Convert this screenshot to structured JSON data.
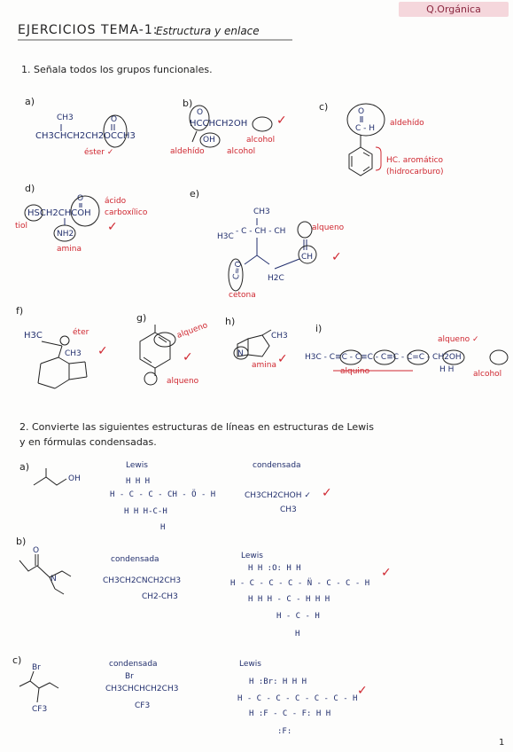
{
  "tag": "Q.Orgánica",
  "title_main": "EJERCICIOS TEMA-1:",
  "title_sub": "Estructura y enlace",
  "page_number": "1",
  "q1": {
    "heading": "1. Señala todos los grupos funcionales.",
    "a": {
      "label": "a)",
      "ch3": "CH3",
      "formula": "CH3CHCH2CH2OCCH3",
      "o": "O",
      "group": "éster ✓"
    },
    "b": {
      "label": "b)",
      "o": "O",
      "formula": "HCCHCH2OH",
      "oh": "OH",
      "check": "✓",
      "aldehido": "aldehído",
      "alcohol1": "alcohol",
      "alcohol2": "alcohol"
    },
    "c": {
      "label": "c)",
      "o": "O",
      "ch": "C - H",
      "aldehido": "aldehído",
      "hc1": "HC. aromático",
      "hc2": "(hidrocarburo)"
    },
    "d": {
      "label": "d)",
      "o": "O",
      "formula": "HSCH2CHCOH",
      "nh2": "NH2",
      "acido1": "ácido",
      "acido2": "carboxílico",
      "tiol": "tiol",
      "amina": "amina",
      "check": "✓"
    },
    "e": {
      "label": "e)",
      "ch3": "CH3",
      "h3c": "H3C",
      "row": "- C - CH - CH",
      "ch": "CH",
      "h2c": "H2C",
      "cO": "C=O",
      "alqueno": "alqueno",
      "cetona": "cetona",
      "check": "✓"
    },
    "f": {
      "label": "f)",
      "h3c": "H3C",
      "ch3": "CH3",
      "eter": "éter",
      "check": "✓"
    },
    "g": {
      "label": "g)",
      "alqueno1": "alqueno",
      "alqueno2": "alqueno",
      "check": "✓"
    },
    "h": {
      "label": "h)",
      "ch3": "CH3",
      "n": "N",
      "amina": "amina",
      "check": "✓"
    },
    "i": {
      "label": "i)",
      "formula": "H3C - C≡C - C≡C - C≡C - C=C - CH2OH",
      "hh": "H  H",
      "alquino": "alquino",
      "alqueno": "alqueno ✓",
      "alcohol": "alcohol"
    }
  },
  "q2": {
    "heading1": "2. Convierte las siguientes estructuras de líneas en estructuras de Lewis",
    "heading2": "y en fórmulas condensadas.",
    "a": {
      "label": "a)",
      "oh": "OH",
      "lewis_label": "Lewis",
      "condensed_label": "condensada",
      "lewis_top": "H   H   H",
      "lewis_mid": "H - C - C - CH - Ö - H",
      "lewis_bot": "H   H H-C-H",
      "lewis_h": "H",
      "condensed": "CH3CH2CHOH ✓",
      "condensed_sub": "CH3"
    },
    "b": {
      "label": "b)",
      "o": "O",
      "n": "N",
      "condensed_label": "condensada",
      "lewis_label": "Lewis",
      "condensed": "CH3CH2CNCH2CH3",
      "condensed_sub": "CH2-CH3",
      "lewis_top": "H  H  :O:     H  H",
      "lewis_mid": "H - C - C - C - N̈ - C - C - H",
      "lewis_bot": "H  H  H - C - H  H  H",
      "lewis_row4": "H - C - H",
      "lewis_h": "H",
      "check": "✓"
    },
    "c": {
      "label": "c)",
      "br": "Br",
      "cf3": "CF3",
      "condensed_label": "condensada",
      "lewis_label": "Lewis",
      "condensed_br": "Br",
      "condensed": "CH3CHCHCH2CH3",
      "condensed_sub": "CF3",
      "lewis_top": "H  :Br:  H  H  H",
      "lewis_mid": "H - C - C - C - C - C - H",
      "lewis_bot": "H  :F - C - F:  H  H",
      "lewis_f": ":F:",
      "check": "✓"
    }
  }
}
